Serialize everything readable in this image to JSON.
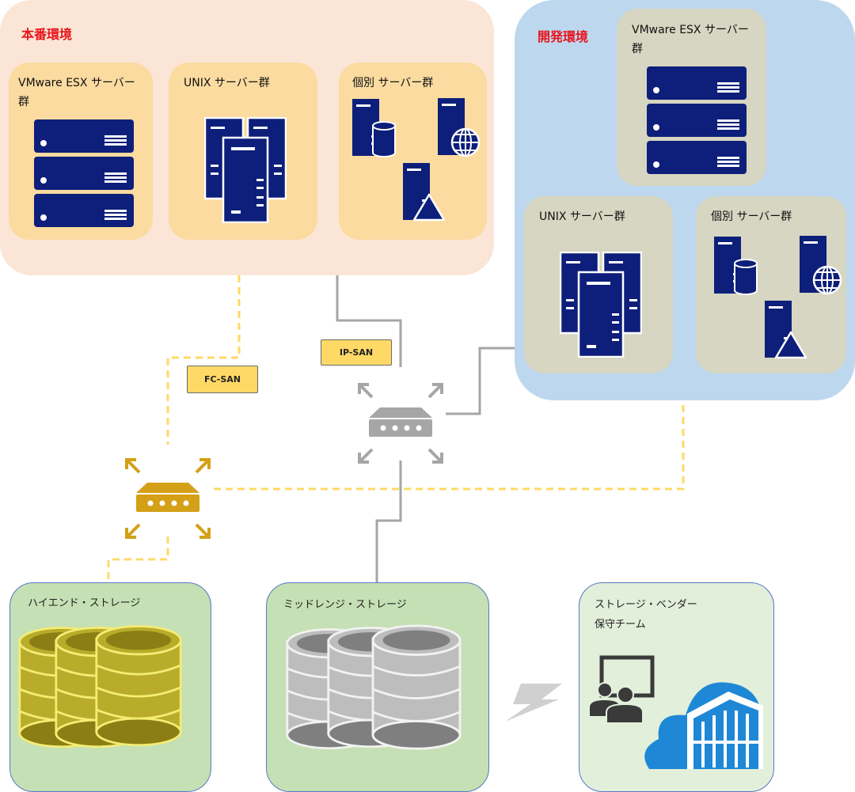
{
  "prod": {
    "title": "本番環境",
    "esx_title": "VMware ESX サーバー群",
    "unix_title": "UNIX サーバー群",
    "indiv_title": "個別 サーバー群"
  },
  "dev": {
    "title": "開発環境",
    "esx_title": "VMware ESX サーバー群",
    "unix_title": "UNIX サーバー群",
    "indiv_title": "個別 サーバー群"
  },
  "labels": {
    "fc_san": "FC-SAN",
    "ip_san": "IP-SAN"
  },
  "storage": {
    "highend": "ハイエンド・ストレージ",
    "midrange": "ミッドレンジ・ストレージ",
    "vendor": "ストレージ・ベンダー\n保守チーム"
  },
  "colors": {
    "server_blue": "#0d1f7a",
    "prod_region": "#fbe5d6",
    "prod_card": "#fbdba0",
    "dev_region": "#bdd7ee",
    "dev_card": "#d6d6c2",
    "fc_line": "#ffd966",
    "ip_line": "#a6a6a6",
    "fc_switch": "#d4a017",
    "ip_switch": "#a6a6a6",
    "store_bg": "#c5e0b4",
    "vendor_bg": "#e2efda",
    "label_red": "#e8141b"
  },
  "icons": [
    "rack-server-icon",
    "tower-server-icon",
    "database-server-icon",
    "web-server-icon",
    "app-server-icon",
    "network-switch-icon",
    "database-stack-icon",
    "connection-bolt-icon",
    "presentation-team-icon",
    "cloud-datacenter-icon"
  ]
}
